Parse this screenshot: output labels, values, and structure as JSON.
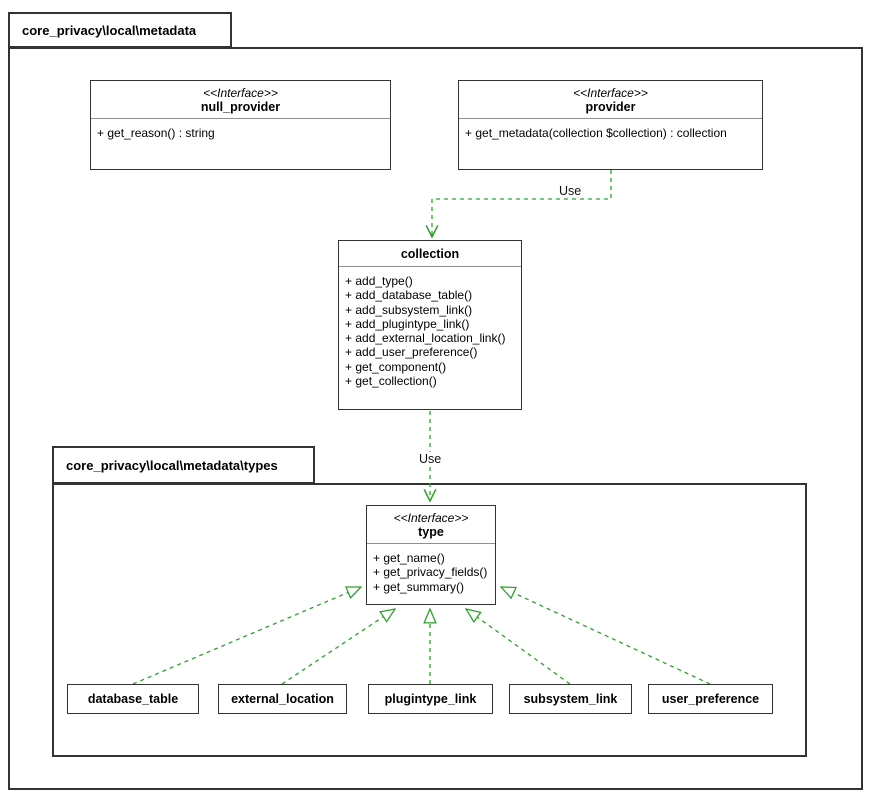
{
  "colors": {
    "border": "#333333",
    "divider": "#8f8f8f",
    "green": "#2CA02C",
    "background": "#ffffff"
  },
  "packages": {
    "outer": {
      "label": "core_privacy\\local\\metadata"
    },
    "types": {
      "label": "core_privacy\\local\\metadata\\types"
    }
  },
  "classes": {
    "null_provider": {
      "stereotype": "<<Interface>>",
      "name": "null_provider",
      "members": [
        "+ get_reason() : string"
      ]
    },
    "provider": {
      "stereotype": "<<Interface>>",
      "name": "provider",
      "members": [
        "+ get_metadata(collection $collection) : collection"
      ]
    },
    "collection": {
      "name": "collection",
      "members": [
        "+ add_type()",
        "+ add_database_table()",
        "+ add_subsystem_link()",
        "+ add_plugintype_link()",
        "+ add_external_location_link()",
        "+ add_user_preference()",
        "+ get_component()",
        "+ get_collection()"
      ]
    },
    "type": {
      "stereotype": "<<Interface>>",
      "name": "type",
      "members": [
        "+ get_name()",
        "+ get_privacy_fields()",
        "+ get_summary()"
      ]
    },
    "database_table": {
      "name": "database_table"
    },
    "external_location": {
      "name": "external_location"
    },
    "plugintype_link": {
      "name": "plugintype_link"
    },
    "subsystem_link": {
      "name": "subsystem_link"
    },
    "user_preference": {
      "name": "user_preference"
    }
  },
  "edges": {
    "provider_use_collection": {
      "label": "Use",
      "style": "green-dashed-open-arrow"
    },
    "collection_use_type": {
      "label": "Use",
      "style": "green-dashed-open-arrow"
    },
    "realizations": [
      {
        "from": "database_table",
        "to": "type"
      },
      {
        "from": "external_location",
        "to": "type"
      },
      {
        "from": "plugintype_link",
        "to": "type"
      },
      {
        "from": "subsystem_link",
        "to": "type"
      },
      {
        "from": "user_preference",
        "to": "type"
      }
    ]
  }
}
